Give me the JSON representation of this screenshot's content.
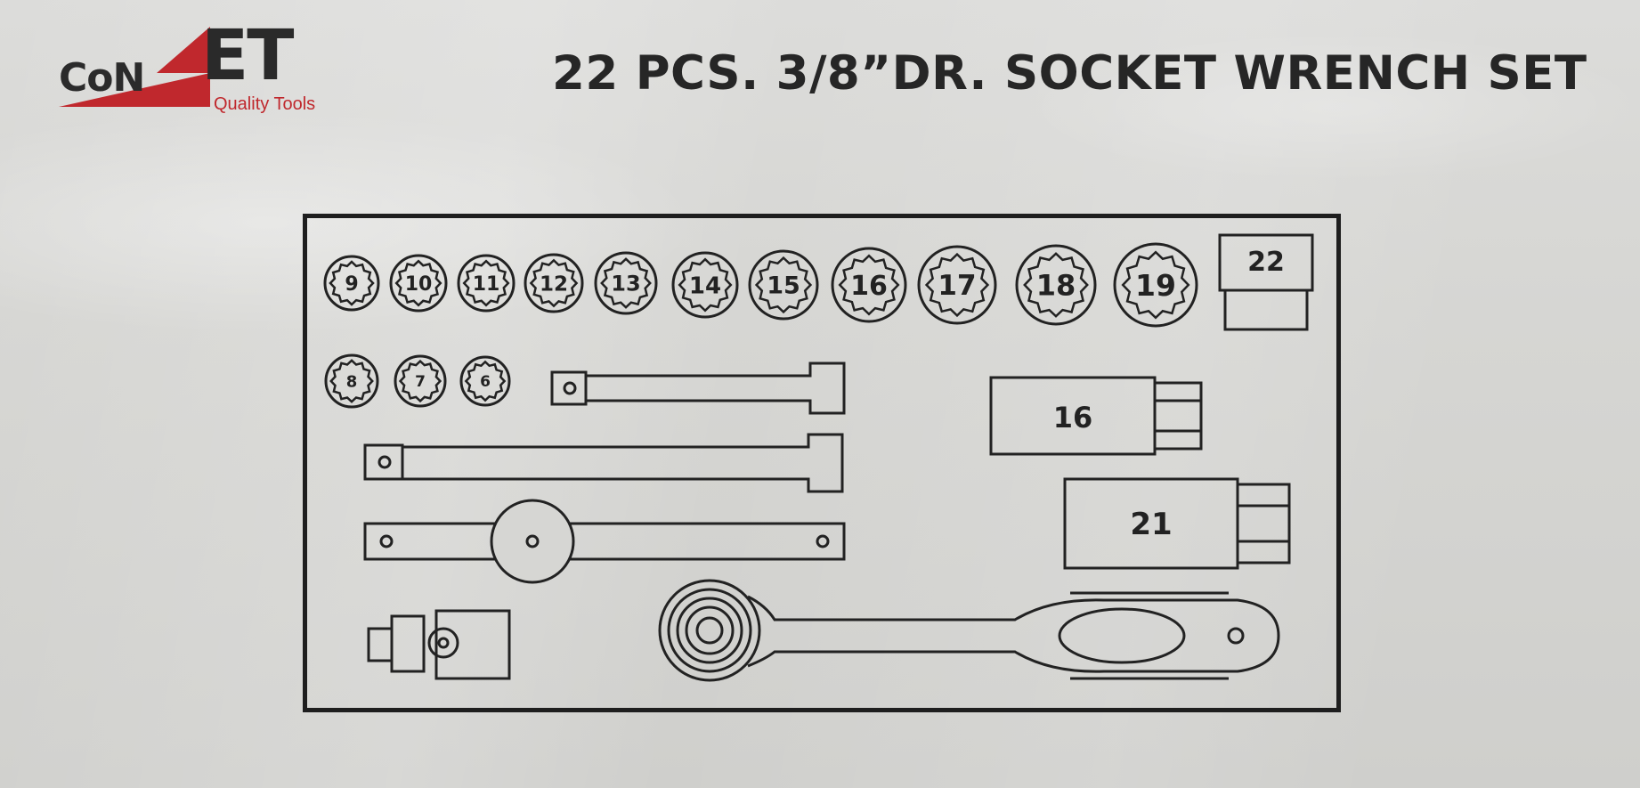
{
  "brand": {
    "name_part1": "CoN",
    "name_part2": "ET",
    "tagline": "Quality Tools",
    "accent_color": "#c0282d"
  },
  "product_title": "22 PCS. 3/8”DR. SOCKET WRENCH SET",
  "layout_diagram": {
    "sockets_row1": [
      "9",
      "10",
      "11",
      "12",
      "13",
      "14",
      "15",
      "16",
      "17",
      "18",
      "19"
    ],
    "sockets_row2": [
      "8",
      "7",
      "6"
    ],
    "square_socket": "22",
    "deep_sockets": [
      "16",
      "21"
    ]
  }
}
